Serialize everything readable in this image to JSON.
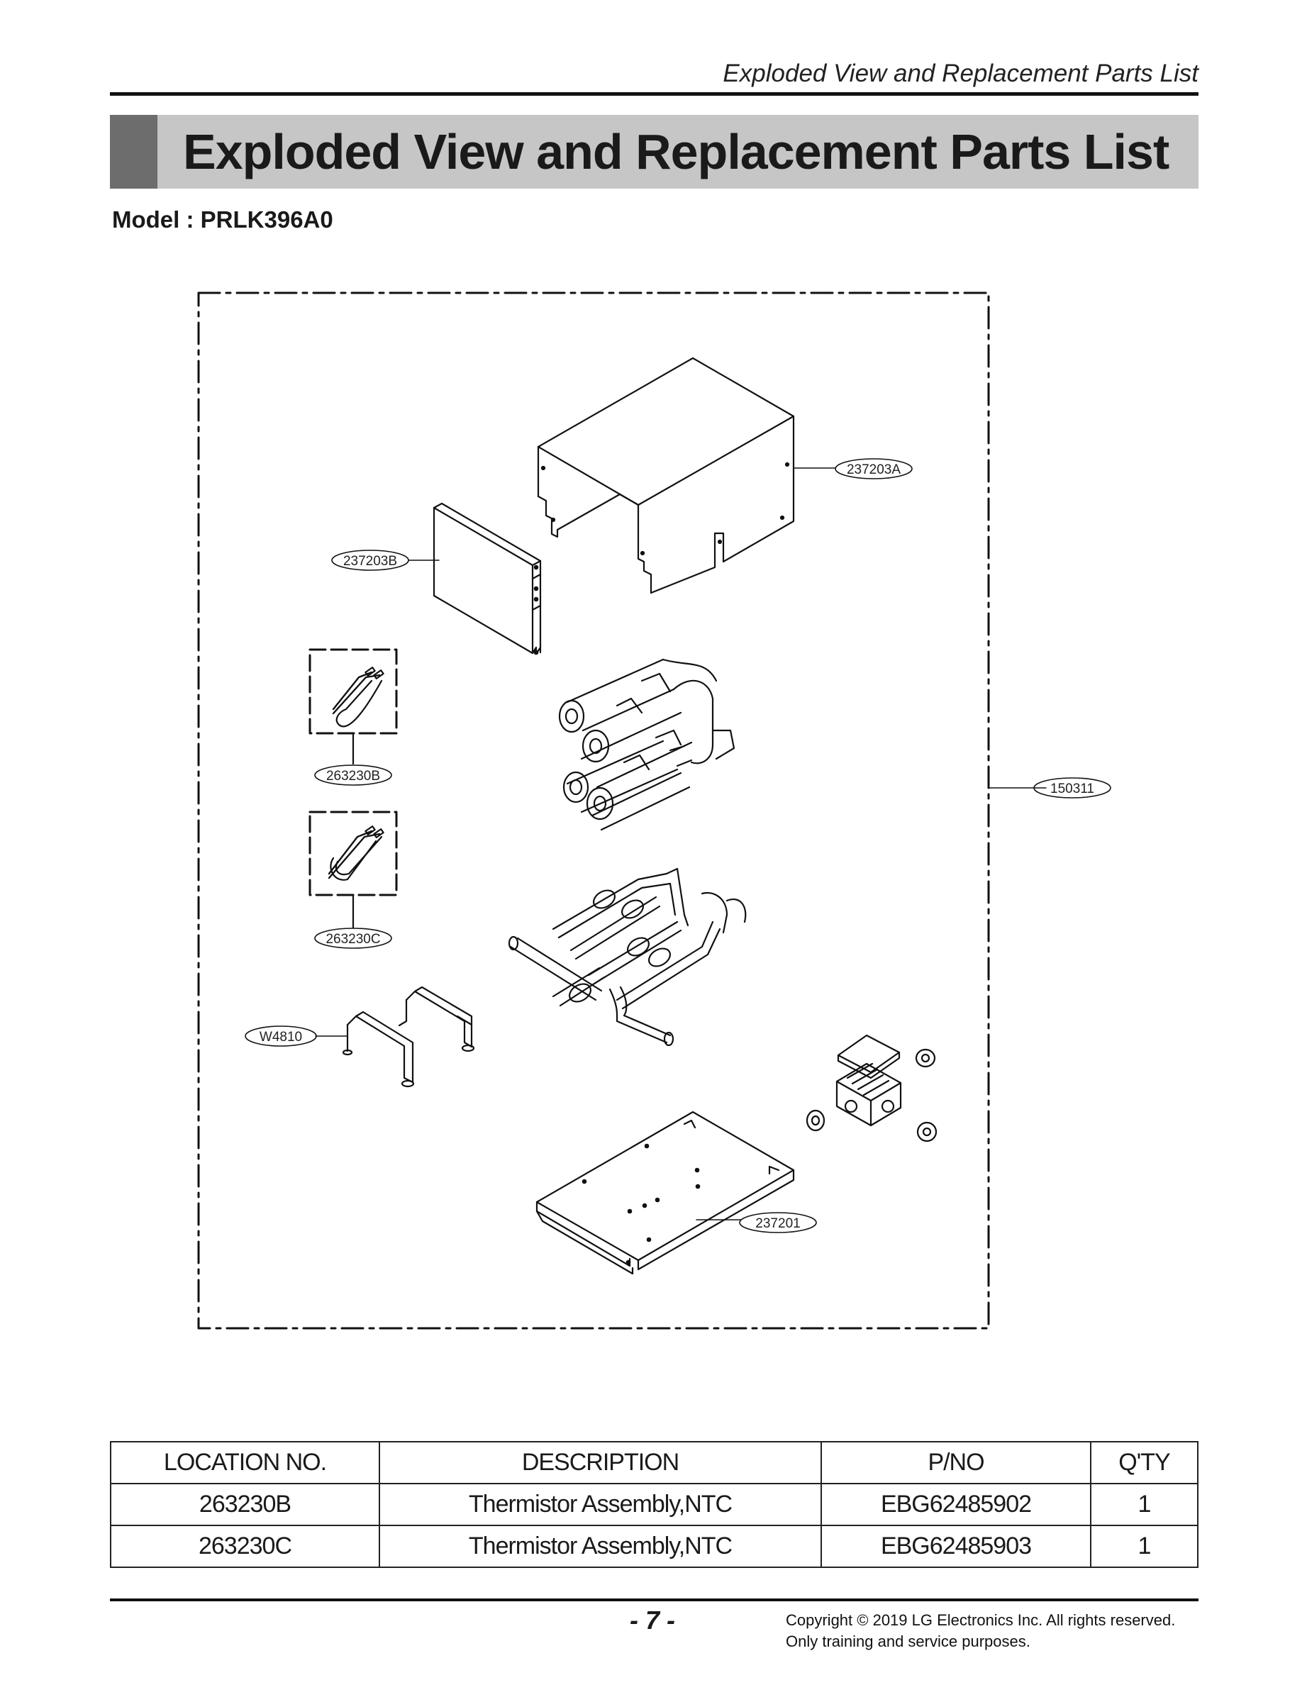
{
  "header": {
    "running_title": "Exploded View and Replacement Parts List",
    "title": "Exploded View and Replacement Parts List"
  },
  "model": {
    "label": "Model : PRLK396A0"
  },
  "diagram": {
    "callouts": {
      "c237203a": "237203A",
      "c237203b": "237203B",
      "c263230b": "263230B",
      "c263230c": "263230C",
      "c150311": "150311",
      "cw4810": "W4810",
      "c237201": "237201"
    }
  },
  "table": {
    "headers": [
      "LOCATION NO.",
      "DESCRIPTION",
      "P/NO",
      "Q'TY"
    ],
    "rows": [
      [
        "263230B",
        "Thermistor Assembly,NTC",
        "EBG62485902",
        "1"
      ],
      [
        "263230C",
        "Thermistor Assembly,NTC",
        "EBG62485903",
        "1"
      ]
    ]
  },
  "footer": {
    "page_number": "- 7 -",
    "copyright_line1": "Copyright © 2019 LG Electronics Inc. All rights reserved.",
    "copyright_line2": "Only training and service purposes."
  }
}
